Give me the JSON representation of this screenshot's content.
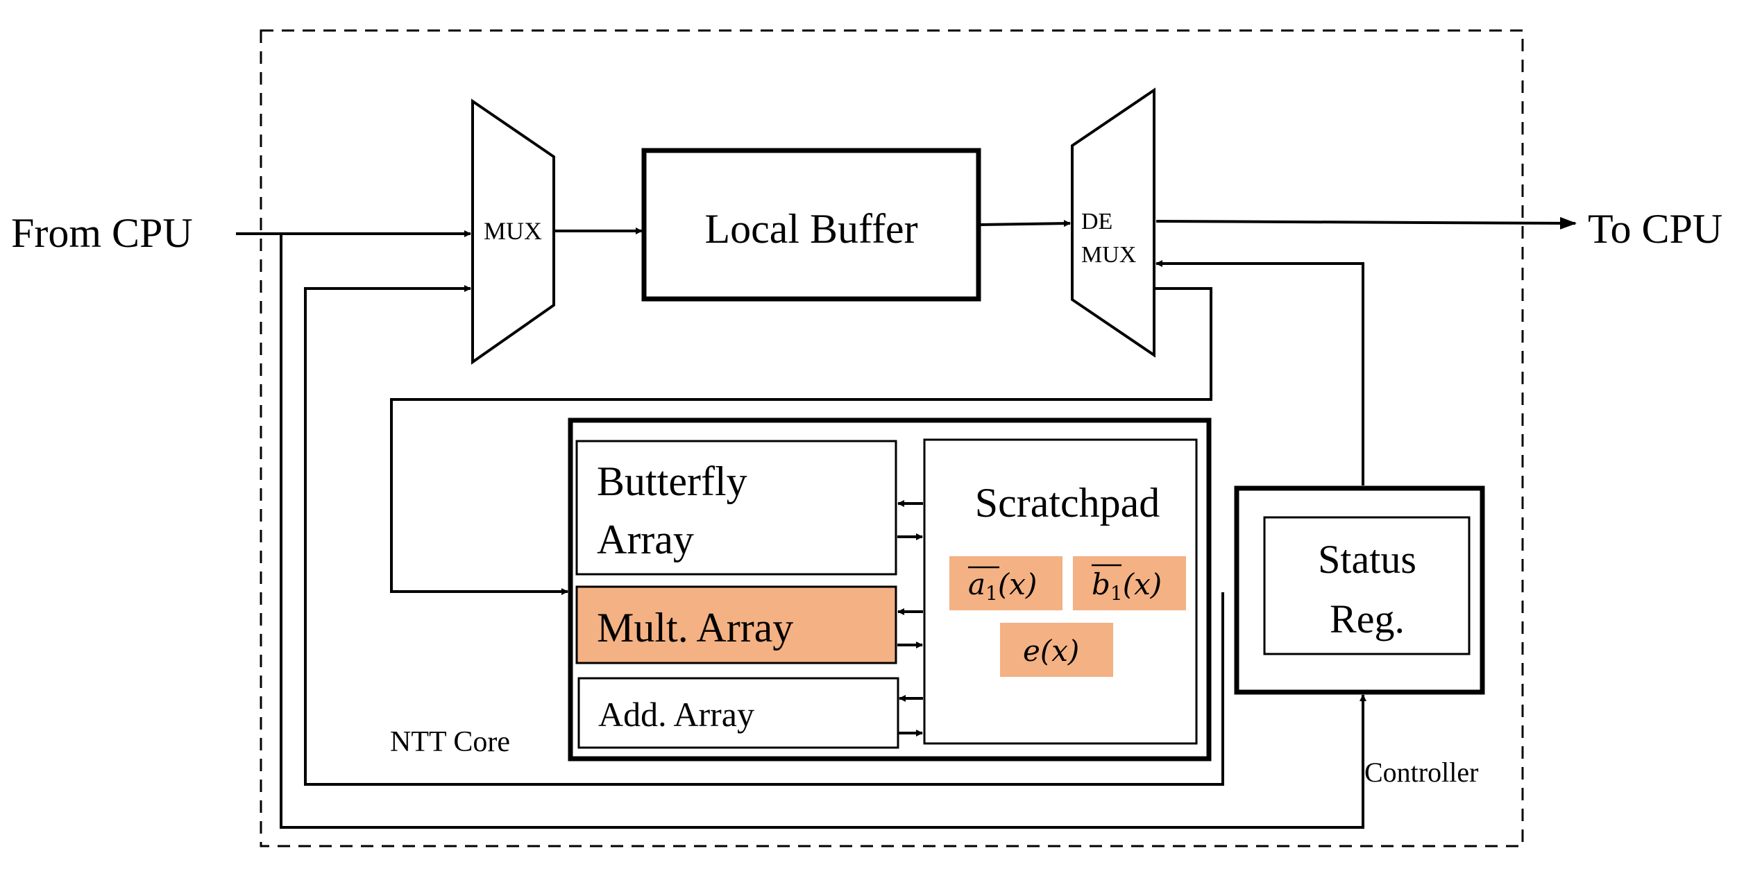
{
  "labels": {
    "from_cpu": "From CPU",
    "to_cpu": "To CPU",
    "mux": "MUX",
    "demux_line1": "DE",
    "demux_line2": "MUX",
    "local_buffer": "Local Buffer",
    "butterfly_line1": "Butterfly",
    "butterfly_line2": "Array",
    "mult_array": "Mult. Array",
    "add_array": "Add. Array",
    "scratchpad": "Scratchpad",
    "ntt_core": "NTT Core",
    "status_line1": "Status",
    "status_line2": "Reg.",
    "controller": "Controller"
  },
  "scratchpad_items": {
    "a1": {
      "base": "a",
      "sub": "1",
      "arg": "(x)",
      "overline": true
    },
    "b1": {
      "base": "b",
      "sub": "1",
      "arg": "(x)",
      "overline": true
    },
    "e": {
      "base": "e",
      "sub": "",
      "arg": "(x)",
      "overline": false
    }
  },
  "colors": {
    "highlight": "#f4b183",
    "stroke": "#000000",
    "background": "#ffffff"
  }
}
